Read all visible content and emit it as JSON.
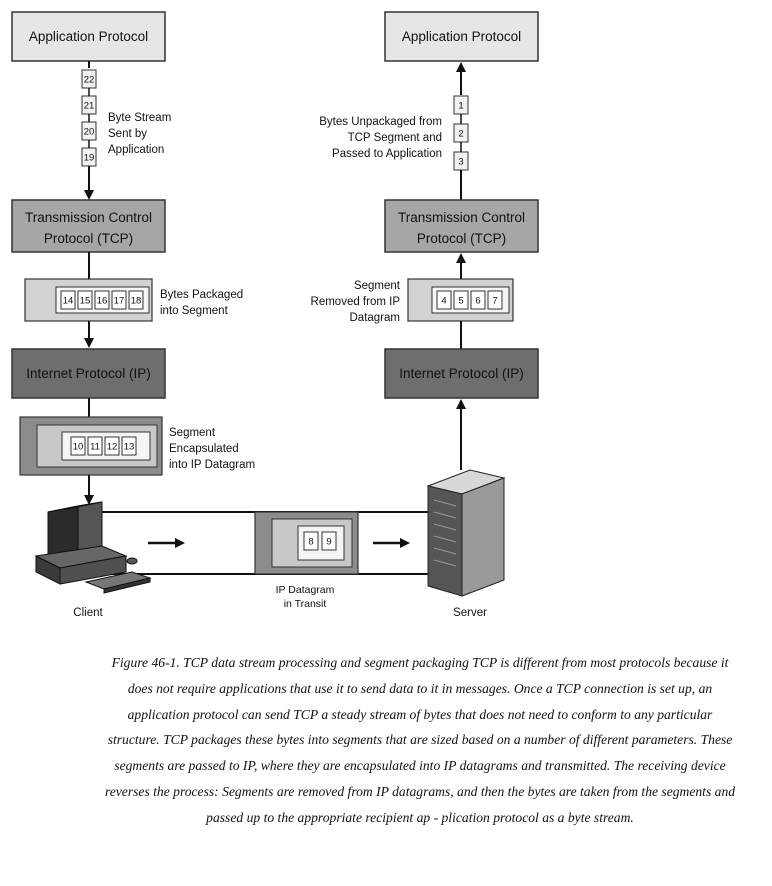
{
  "diagram": {
    "left": {
      "app_protocol": "Application Protocol",
      "tcp_line1": "Transmission Control",
      "tcp_line2": "Protocol (TCP)",
      "ip": "Internet Protocol (IP)",
      "stream_bytes": [
        "22",
        "21",
        "20",
        "19"
      ],
      "stream_label": [
        "Byte Stream",
        "Sent by",
        "Application"
      ],
      "segment_bytes": [
        "14",
        "15",
        "16",
        "17",
        "18"
      ],
      "segment_label": [
        "Bytes Packaged",
        "into Segment"
      ],
      "datagram_bytes": [
        "10",
        "11",
        "12",
        "13"
      ],
      "datagram_label": [
        "Segment",
        "Encapsulated",
        "into IP Datagram"
      ],
      "device": "Client"
    },
    "right": {
      "app_protocol": "Application Protocol",
      "tcp_line1": "Transmission Control",
      "tcp_line2": "Protocol (TCP)",
      "ip": "Internet Protocol (IP)",
      "stream_bytes": [
        "1",
        "2",
        "3"
      ],
      "stream_label": [
        "Bytes Unpackaged from",
        "TCP Segment and",
        "Passed to Application"
      ],
      "segment_bytes": [
        "4",
        "5",
        "6",
        "7"
      ],
      "segment_label": [
        "Segment",
        "Removed from IP",
        "Datagram"
      ],
      "device": "Server"
    },
    "transit": {
      "bytes": [
        "8",
        "9"
      ],
      "label": [
        "IP Datagram",
        "in Transit"
      ]
    }
  },
  "caption": "Figure 46-1. TCP data stream processing and segment packaging TCP is different from most protocols because it does not require applications that use it to send data to it in messages. Once a TCP connection is set up, an application protocol can send TCP a steady stream of bytes that does not need to conform to any particular structure. TCP packages these bytes into segments that are sized based on a number of different parameters. These segments are passed to IP, where they are encapsulated into IP datagrams and transmitted. The receiving device reverses the process: Segments are removed from IP datagrams, and then the bytes are taken from the segments and passed up to the appropriate recipient ap - plication protocol as a byte stream."
}
